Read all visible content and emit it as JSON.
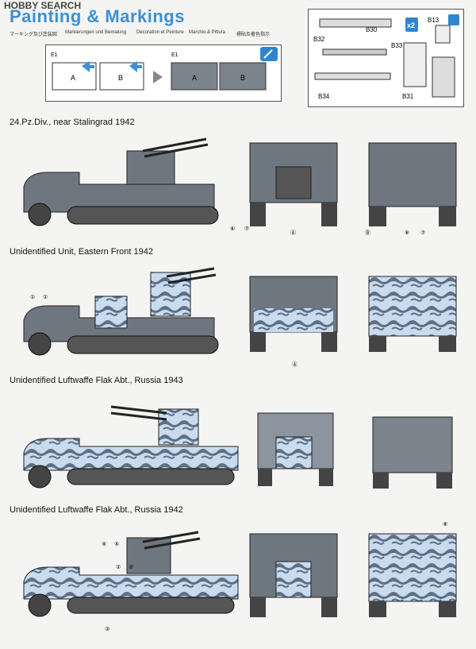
{
  "header": {
    "brand": "HOBBY SEARCH",
    "title": "Painting & Markings",
    "subtitles": [
      "マーキング及び塗装図",
      "Markierungen und Bemalung",
      "Decoration et Peinture",
      "Marchio & Pittura",
      "標貼及著色指示"
    ]
  },
  "decal_instruction": {
    "sheet_label": "E1",
    "panel_a": "A",
    "panel_b": "B"
  },
  "parts_box": {
    "multiplier": "x2",
    "labels": [
      "B30",
      "B32",
      "B33",
      "B13",
      "B34",
      "B31"
    ]
  },
  "sections": [
    {
      "caption": "24.Pz.Div., near Stalingrad 1942",
      "callouts": [
        "⑥",
        "⑦",
        "Ⓐ",
        "Ⓑ",
        "⑥",
        "⑦"
      ]
    },
    {
      "caption": "Unidentified Unit, Eastern Front 1942",
      "callouts": [
        "①",
        "①",
        "Ⓐ"
      ]
    },
    {
      "caption": "Unidentified Luftwaffe Flak Abt., Russia 1943",
      "callouts": []
    },
    {
      "caption": "Unidentified Luftwaffe Flak Abt., Russia 1942",
      "callouts": [
        "④",
        "④",
        "②",
        "②",
        "③",
        "⑧"
      ]
    }
  ],
  "colors": {
    "accent": "#3d8fd6",
    "grey_vehicle": "#6e7680",
    "camo_light": "#c9dcef",
    "camo_dark": "#5f6f86"
  }
}
